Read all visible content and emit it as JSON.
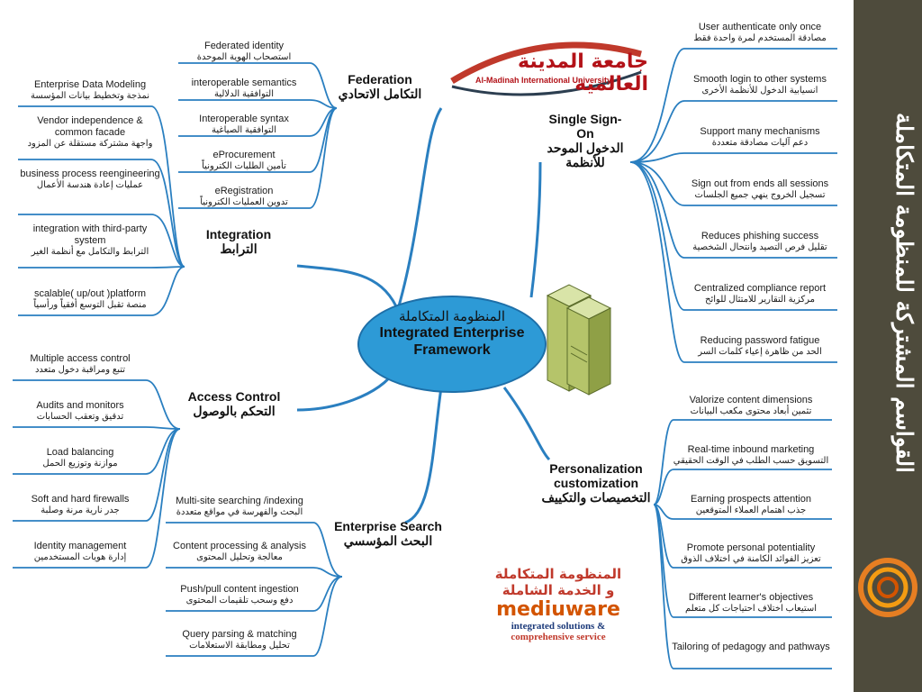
{
  "sidebar": {
    "title": "القواسم المشتركة للمنظومة المتكاملة",
    "color": "#4e4b3c"
  },
  "center": {
    "ar": "المنظومة المتكاملة",
    "en": "Integrated Enterprise Framework",
    "color": "#2d9ad6"
  },
  "logo_university": {
    "ar": "جامعة المدينة العالمية",
    "en": "Al-Madinah International University"
  },
  "logo_mediuware": {
    "ar_line1": "المنظومة المتكاملة",
    "ar_line2": "و الخدمة الشاملة",
    "name": "mediuware",
    "tagline1": "integrated solutions &",
    "tagline2": "comprehensive service"
  },
  "link_color": "#2a7fc0",
  "branches": {
    "federation": {
      "en": "Federation",
      "ar": "التكامل الاتحادي",
      "items": [
        {
          "en": "Federated identity",
          "ar": "استصحاب الهوية الموحدة"
        },
        {
          "en": "interoperable semantics",
          "ar": "التوافقية الدلالية"
        },
        {
          "en": "Interoperable syntax",
          "ar": "التوافقية الصياغية"
        },
        {
          "en": "eProcurement",
          "ar": "تأمين الطلبات الكترونياً"
        },
        {
          "en": "eRegistration",
          "ar": "تدوين العمليات الكترونياً"
        }
      ]
    },
    "integration": {
      "en": "Integration",
      "ar": "الترابط",
      "items": [
        {
          "en": "Enterprise Data Modeling",
          "ar": "نمذجة وتخطيط بيانات المؤسسة"
        },
        {
          "en": "Vendor independence & common facade",
          "ar": "واجهة مشتركة مستقلة عن المزود"
        },
        {
          "en": "business process reengineering",
          "ar": "عمليات إعادة هندسة الأعمال"
        },
        {
          "en": "integration with third-party system",
          "ar": "الترابط والتكامل مع أنظمة الغير"
        },
        {
          "en": "scalable( up/out )platform",
          "ar": "منصة تقبل التوسع أفقياً ورأسياً"
        }
      ]
    },
    "access": {
      "en": "Access Control",
      "ar": "التحكم بالوصول",
      "items": [
        {
          "en": "Multiple access control",
          "ar": "تتبع ومراقبة دخول متعدد"
        },
        {
          "en": "Audits and monitors",
          "ar": "تدقيق وتعقب الحسابات"
        },
        {
          "en": "Load balancing",
          "ar": "موازنة وتوزيع الحمل"
        },
        {
          "en": "Soft and hard firewalls",
          "ar": "جدر نارية مرنة وصلبة"
        },
        {
          "en": "Identity management",
          "ar": "إدارة هويات المستخدمين"
        }
      ]
    },
    "search": {
      "en": "Enterprise Search",
      "ar": "البحث المؤسسي",
      "items": [
        {
          "en": "Multi-site searching /indexing",
          "ar": "البحث والفهرسة في مواقع متعددة"
        },
        {
          "en": "Content processing & analysis",
          "ar": "معالجة وتحليل المحتوى"
        },
        {
          "en": "Push/pull content ingestion",
          "ar": "دفع وسحب تلقيمات المحتوى"
        },
        {
          "en": "Query parsing & matching",
          "ar": "تحليل ومطابقة الاستعلامات"
        }
      ]
    },
    "sso": {
      "en": "Single Sign-On",
      "ar": "الدخول الموحد للأنظمة",
      "items": [
        {
          "en": "User authenticate only once",
          "ar": "مصادقة المستخدم لمرة واحدة فقط"
        },
        {
          "en": "Smooth login to other systems",
          "ar": "انسيابية الدخول للأنظمة الأخرى"
        },
        {
          "en": "Support many mechanisms",
          "ar": "دعم آليات مصادقة متعددة"
        },
        {
          "en": "Sign out from ends all sessions",
          "ar": "تسجيل الخروج ينهي جميع الجلسات"
        },
        {
          "en": "Reduces phishing success",
          "ar": "تقليل فرص التصيد وانتحال الشخصية"
        },
        {
          "en": "Centralized compliance report",
          "ar": "مركزية التقارير للامتثال للوائح"
        },
        {
          "en": "Reducing password fatigue",
          "ar": "الحد من ظاهرة إعياء كلمات السر"
        }
      ]
    },
    "personal": {
      "en": "Personalization customization",
      "ar": "التخصيصات والتكييف",
      "items": [
        {
          "en": "Valorize content dimensions",
          "ar": "تثمين أبعاد محتوى مكعب البيانات"
        },
        {
          "en": "Real-time inbound marketing",
          "ar": "التسويق حسب الطلب في الوقت الحقيقي"
        },
        {
          "en": "Earning prospects attention",
          "ar": "جذب اهتمام العملاء المتوقعين"
        },
        {
          "en": "Promote personal potentiality",
          "ar": "تعزيز الفوائد الكامنة في اختلاف الذوق"
        },
        {
          "en": "Different learner's objectives",
          "ar": "استيعاب اختلاف احتياجات كل متعلم"
        },
        {
          "en": "Tailoring of pedagogy and pathways",
          "ar": ""
        }
      ]
    }
  }
}
